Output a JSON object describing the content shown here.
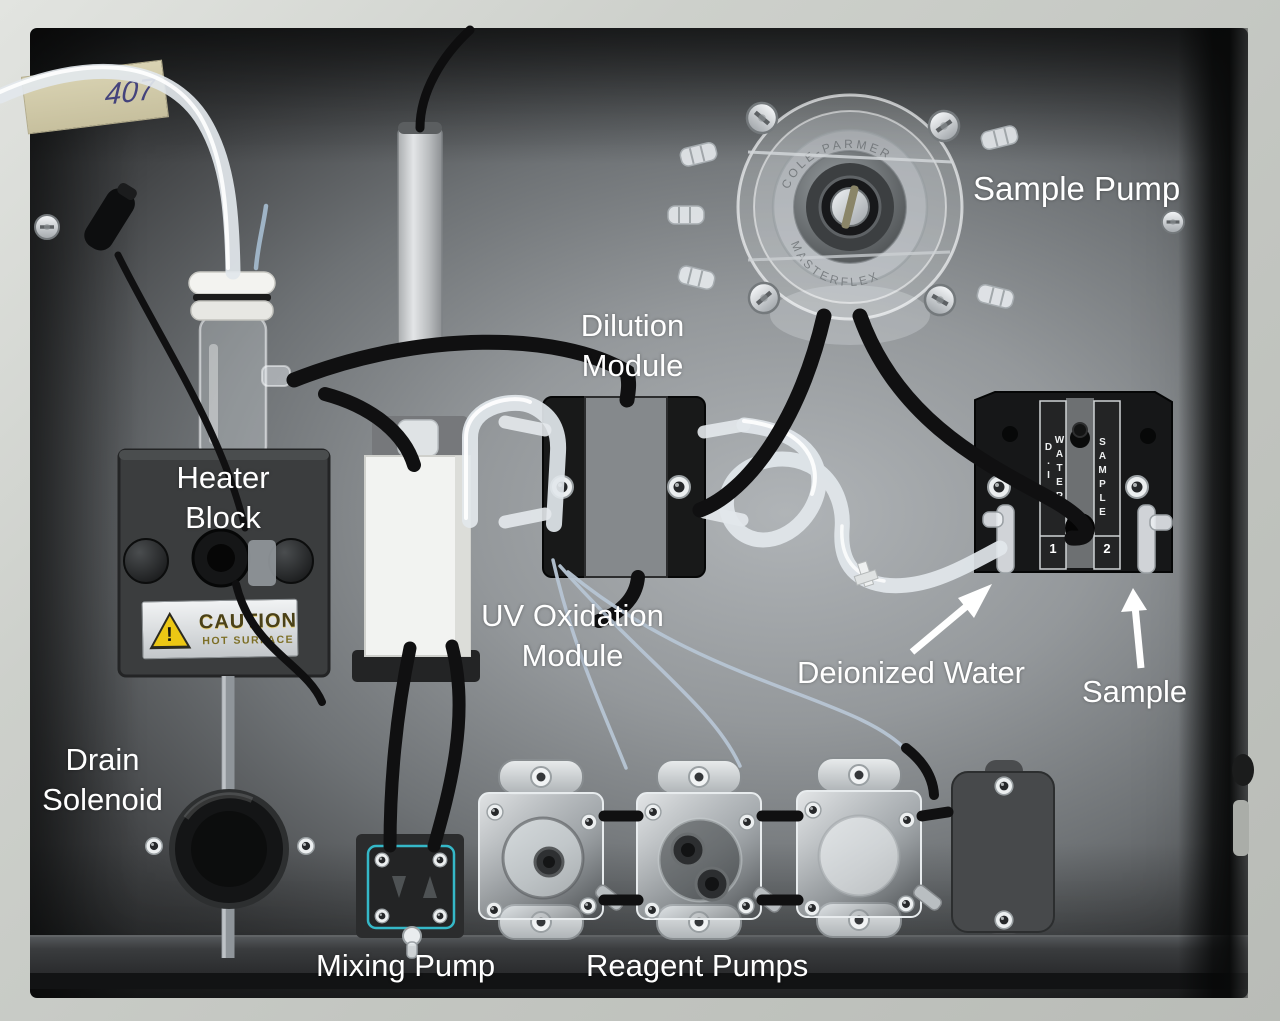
{
  "scene": "Analyzer fluidics bay photograph with component annotations",
  "annotations": {
    "sample_pump": "Sample Pump",
    "dilution_module": "Dilution\nModule",
    "heater_block": "Heater\nBlock",
    "uv_oxidation_module": "UV Oxidation\nModule",
    "deionized_water": "Deionized Water",
    "sample": "Sample",
    "drain_solenoid": "Drain\nSolenoid",
    "mixing_pump": "Mixing Pump",
    "reagent_pumps": "Reagent Pumps"
  },
  "stickers": {
    "caution_title": "CAUTION",
    "caution_sub": "HOT SURFACE",
    "warning_mark": "!",
    "tape_text": "407"
  },
  "inlet_block": {
    "port1_label": "D.I. WATER",
    "port1_number": "1",
    "port2_label": "SAMPLE",
    "port2_number": "2"
  },
  "pump_embossing": {
    "brand_top": "COLE-PARMER",
    "brand_bottom": "MASTERFLEX"
  },
  "colors": {
    "annotation_text": "#ffffff",
    "caution_yellow": "#ecc714",
    "mixing_pump_outline": "#35b8c8",
    "enclosure_gray": "#c6c9c4",
    "panel_dark": "#2a2c2b"
  }
}
